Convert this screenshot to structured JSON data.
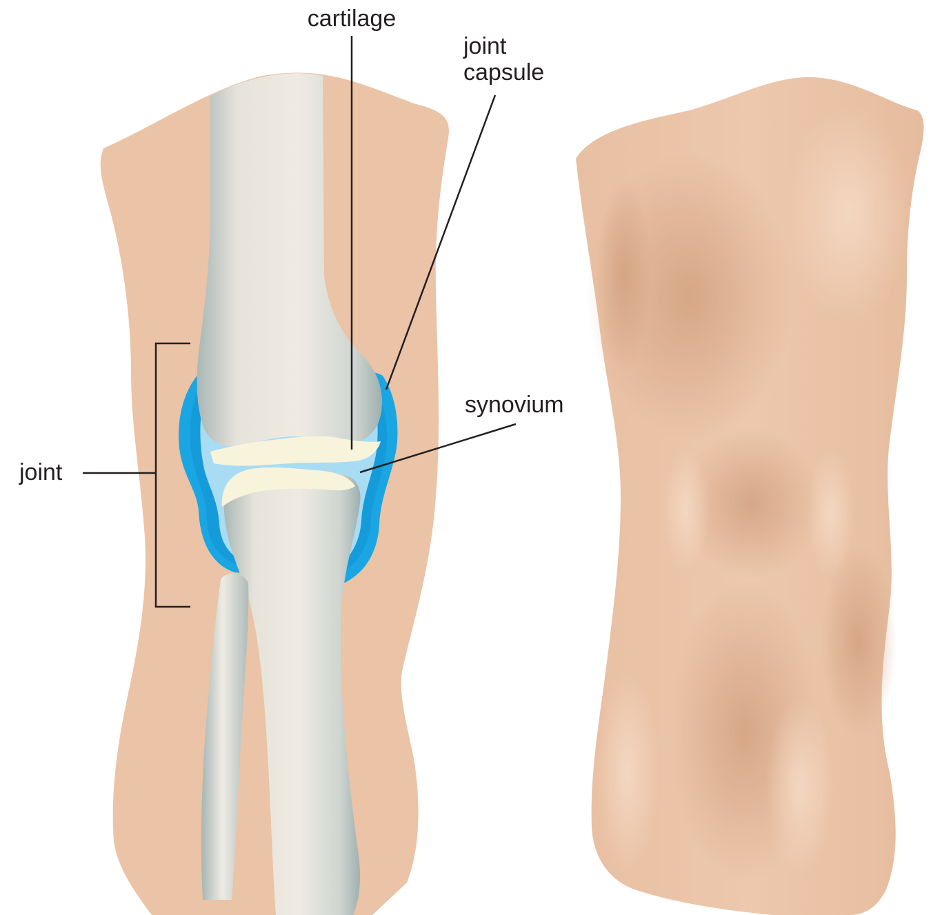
{
  "labels": {
    "cartilage": "cartilage",
    "joint_capsule_line1": "joint",
    "joint_capsule_line2": "capsule",
    "synovium": "synovium",
    "joint": "joint"
  },
  "colors": {
    "skin": "#ebc3a6",
    "skin_shadow": "#d7a888",
    "skin_highlight": "#f2d2b8",
    "bone": "#ece8df",
    "bone_shade": "#aab8b6",
    "cartilage": "#f8f4dc",
    "synovium": "#a8dcf3",
    "capsule": "#1aa6e3",
    "capsule_dark": "#0e86c8",
    "ink": "#231f20"
  }
}
